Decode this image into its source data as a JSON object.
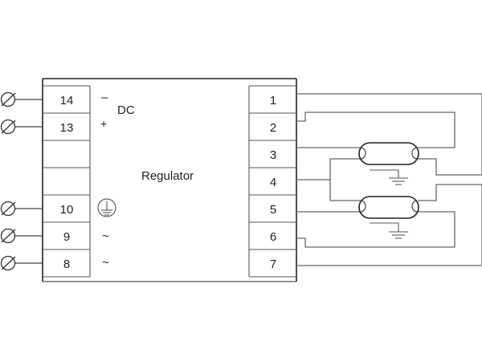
{
  "device": {
    "title": "Regulator",
    "dc_label": "DC",
    "dc_minus": "–",
    "dc_plus": "+",
    "ac_symbol_1": "~",
    "ac_symbol_2": "~",
    "earth_symbol": "protective-earth"
  },
  "left_terminals": [
    {
      "label": "14",
      "wired": true
    },
    {
      "label": "13",
      "wired": true
    },
    {
      "label": "",
      "wired": false
    },
    {
      "label": "",
      "wired": false
    },
    {
      "label": "10",
      "wired": true
    },
    {
      "label": "9",
      "wired": true
    },
    {
      "label": "8",
      "wired": true
    }
  ],
  "right_terminals": [
    {
      "label": "1"
    },
    {
      "label": "2"
    },
    {
      "label": "3"
    },
    {
      "label": "4"
    },
    {
      "label": "5"
    },
    {
      "label": "6"
    },
    {
      "label": "7"
    }
  ],
  "lamps": [
    {
      "name": "lamp-1",
      "has_ground": true
    },
    {
      "name": "lamp-2",
      "has_ground": true
    }
  ],
  "colors": {
    "line": "#333333",
    "wire": "#666666",
    "background": "#ffffff"
  }
}
